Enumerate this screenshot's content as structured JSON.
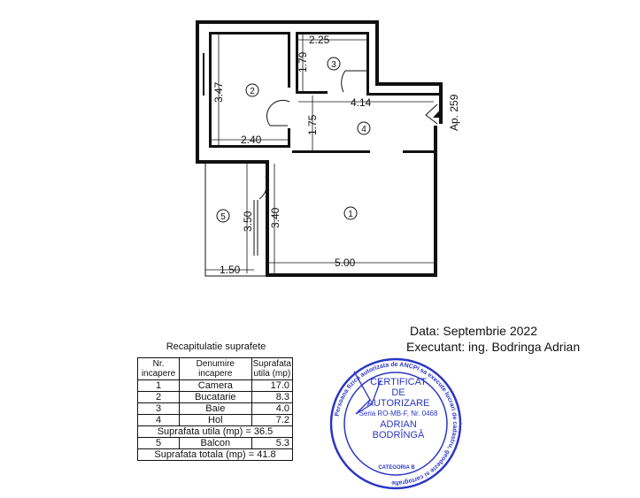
{
  "plan": {
    "dimensions": {
      "room3_width": "2.25",
      "room3_height": "1.79",
      "room2_height": "3.47",
      "hall_width": "4.14",
      "hall_height": "1.75",
      "room2_width": "2.40",
      "balcony_height": "3.50",
      "room1_height": "3.40",
      "balcony_width": "1.50",
      "room1_width": "5.00"
    },
    "room_numbers": [
      "1",
      "2",
      "3",
      "4",
      "5"
    ],
    "apartment_label": "Ap. 259"
  },
  "table": {
    "title": "Recapitulatie suprafete",
    "headers": [
      "Nr. incapere",
      "Denumire incapere",
      "Suprafata utila (mp)"
    ],
    "rows": [
      {
        "nr": "1",
        "name": "Camera",
        "area": "17.0"
      },
      {
        "nr": "2",
        "name": "Bucatarie",
        "area": "8.3"
      },
      {
        "nr": "3",
        "name": "Baie",
        "area": "4.0"
      },
      {
        "nr": "4",
        "name": "Hol",
        "area": "7.2"
      }
    ],
    "subtotal": "Suprafata utila (mp) = 36.5",
    "balcony": {
      "nr": "5",
      "name": "Balcon",
      "area": "5.3"
    },
    "total": "Suprafata totala (mp) = 41.8"
  },
  "info": {
    "date": "Data: Septembrie 2022",
    "executant": "Executant: ing. Bodringa  Adrian"
  },
  "stamp": {
    "color": "#2b36c4",
    "ring_text": "Persoana fizica autorizata de ANCPI sa execute lucrari de cadastru, geodezie si cartografie",
    "lines": [
      "CERTIFICAT",
      "DE",
      "AUTORIZARE",
      "Seria RO-MB-F, Nr. 0468",
      "ADRIAN",
      "BODRÎNGĂ"
    ],
    "category": "CATEGORIA B"
  }
}
